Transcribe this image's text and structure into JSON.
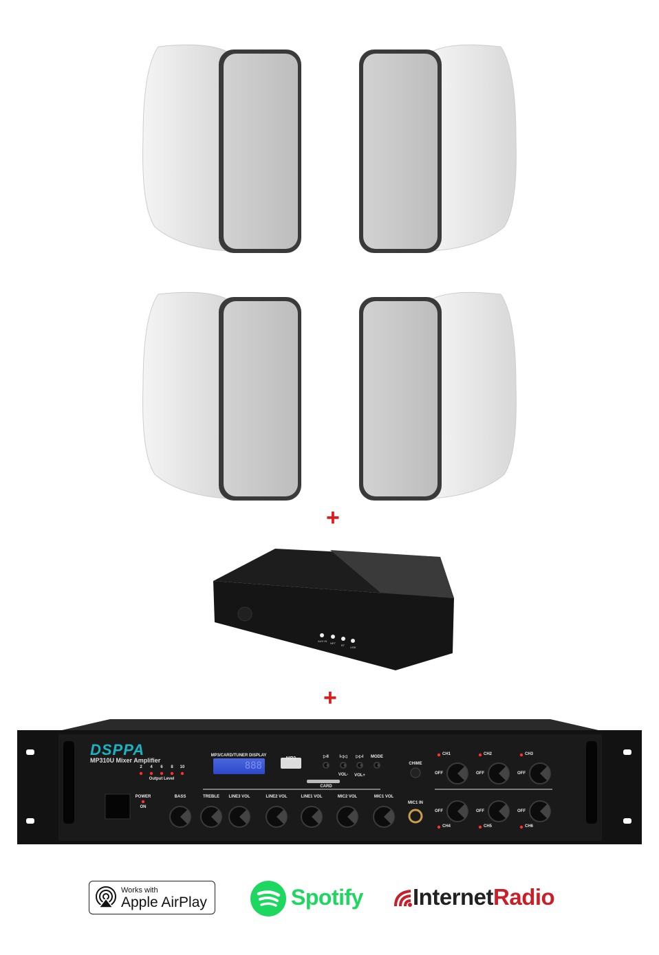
{
  "plus_signs": [
    "+",
    "+"
  ],
  "streamer": {
    "indicators": [
      "AUX IN",
      "NET",
      "BT",
      "USB"
    ]
  },
  "amplifier": {
    "brand": "DSPPA",
    "model": "MP310U Mixer Amplifier",
    "output_levels": [
      "2",
      "4",
      "6",
      "8",
      "10"
    ],
    "output_label": "Output Level",
    "display_label": "MP3/CARD/TUNER DISPLAY",
    "display_value": "888",
    "usb_label": "MP3",
    "transport_buttons": [
      "▷II",
      "I◁◁",
      "▷▷I",
      "MODE"
    ],
    "vol_minus": "VOL-",
    "vol_plus": "VOL+",
    "card_label": "CARD",
    "power_label": "POWER",
    "on_label": "ON",
    "knobs": [
      "BASS",
      "TREBLE",
      "LINE3 VOL",
      "LINE2 VOL",
      "LINE1 VOL",
      "MIC2 VOL",
      "MIC1 VOL"
    ],
    "chime_label": "CHIME",
    "mic_in_label": "MIC1 IN",
    "zones": [
      "CH1",
      "CH2",
      "CH3",
      "CH4",
      "CH5",
      "CH6"
    ],
    "off_label": "OFF"
  },
  "logos": {
    "airplay_small": "Works with",
    "airplay_big": "Apple AirPlay",
    "spotify": "Spotify",
    "internet": "Internet",
    "radio": "Radio"
  },
  "colors": {
    "accent_red": "#e01b1b",
    "spotify_green": "#1ed760",
    "brand_cyan": "#1bb3c3",
    "radio_red": "#c8202a"
  }
}
